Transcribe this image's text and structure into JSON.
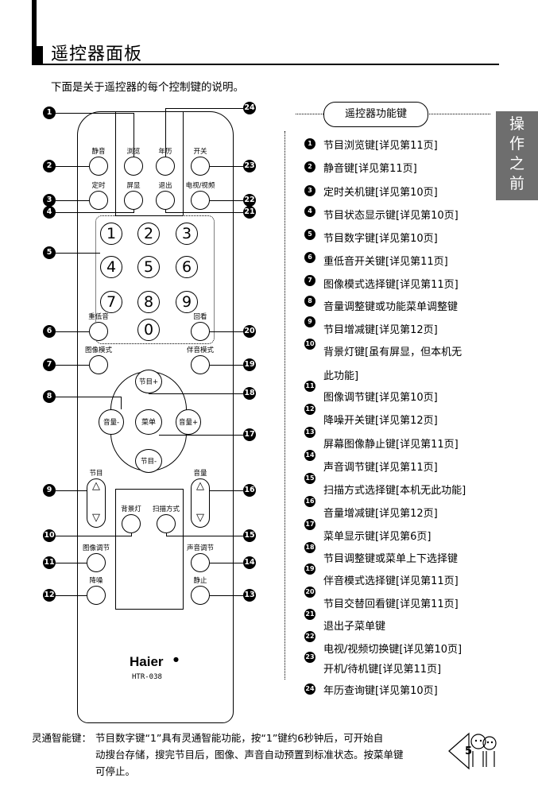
{
  "title": "遥控器面板",
  "intro": "下面是关于遥控器的每个控制键的说明。",
  "side_tab": [
    "操",
    "作",
    "之",
    "前"
  ],
  "remote": {
    "labels": {
      "mute": "静音",
      "browse": "浏览",
      "calendar": "年历",
      "power": "开关",
      "timer": "定时",
      "display": "屏显",
      "exit": "退出",
      "tv_av": "电视/视频",
      "bass": "重低音",
      "recall": "回看",
      "picture_mode": "图像模式",
      "sound_mode": "伴音模式",
      "ch_up": "节目+",
      "ch_down": "节目-",
      "vol_down": "音量-",
      "vol_up": "音量+",
      "menu": "菜单",
      "ch": "节目",
      "vol": "音量",
      "backlight": "背景灯",
      "scan": "扫描方式",
      "picture_adj": "图像调节",
      "sound_adj": "声音调节",
      "nr": "降噪",
      "freeze": "静止",
      "up_arrow": "△",
      "down_arrow": "▽"
    },
    "digits": [
      "1",
      "2",
      "3",
      "4",
      "5",
      "6",
      "7",
      "8",
      "9",
      "0"
    ],
    "brand": "Haier",
    "model": "HTR-038"
  },
  "callouts": [
    "1",
    "2",
    "3",
    "4",
    "5",
    "6",
    "7",
    "8",
    "9",
    "10",
    "11",
    "12",
    "13",
    "14",
    "15",
    "16",
    "17",
    "18",
    "19",
    "20",
    "21",
    "22",
    "23",
    "24"
  ],
  "functions_header": "遥控器功能键",
  "functions": [
    {
      "num": "1",
      "text": "节目浏览键[详见第11页]"
    },
    {
      "num": "2",
      "text": "静音键[详见第11页]"
    },
    {
      "num": "3",
      "text": "定时关机键[详见第10页]"
    },
    {
      "num": "4",
      "text": "节目状态显示键[详见第10页]"
    },
    {
      "num": "5",
      "text": "节目数字键[详见第10页]"
    },
    {
      "num": "6",
      "text": "重低音开关键[详见第11页]"
    },
    {
      "num": "7",
      "text": "图像模式选择键[详见第11页]"
    },
    {
      "num": "8",
      "text": "音量调整键或功能菜单调整键"
    },
    {
      "num": "9",
      "text": "节目增减键[详见第12页]"
    },
    {
      "num": "10",
      "text": "背景灯键[虽有屏显，但本机无"
    },
    {
      "num": "",
      "text": "此功能]"
    },
    {
      "num": "11",
      "text": "图像调节键[详见第10页]"
    },
    {
      "num": "12",
      "text": "降噪开关键[详见第12页]"
    },
    {
      "num": "13",
      "text": "屏幕图像静止键[详见第11页]"
    },
    {
      "num": "14",
      "text": "声音调节键[详见第11页]"
    },
    {
      "num": "15",
      "text": "扫描方式选择键[本机无此功能]"
    },
    {
      "num": "16",
      "text": "音量增减键[详见第12页]"
    },
    {
      "num": "17",
      "text": "菜单显示键[详见第6页]"
    },
    {
      "num": "18",
      "text": "节目调整键或菜单上下选择键"
    },
    {
      "num": "19",
      "text": "伴音模式选择键[详见第11页]"
    },
    {
      "num": "20",
      "text": "节目交替回看键[详见第11页]"
    },
    {
      "num": "21",
      "text": "退出子菜单键"
    },
    {
      "num": "22",
      "text": "电视/视频切换键[详见第10页]"
    },
    {
      "num": "23",
      "text": "开机/待机键[详见第11页]"
    },
    {
      "num": "24",
      "text": "年历查询键[详见第10页]"
    }
  ],
  "footer": {
    "label": "灵通智能键：",
    "lines": [
      "节目数字键“1”具有灵通智能功能，按“1”键约6秒钟后，可开始自",
      "动搜台存储，搜完节目后，图像、声音自动预置到标准状态。按菜单键",
      "可停止。"
    ]
  },
  "page_number": "5"
}
